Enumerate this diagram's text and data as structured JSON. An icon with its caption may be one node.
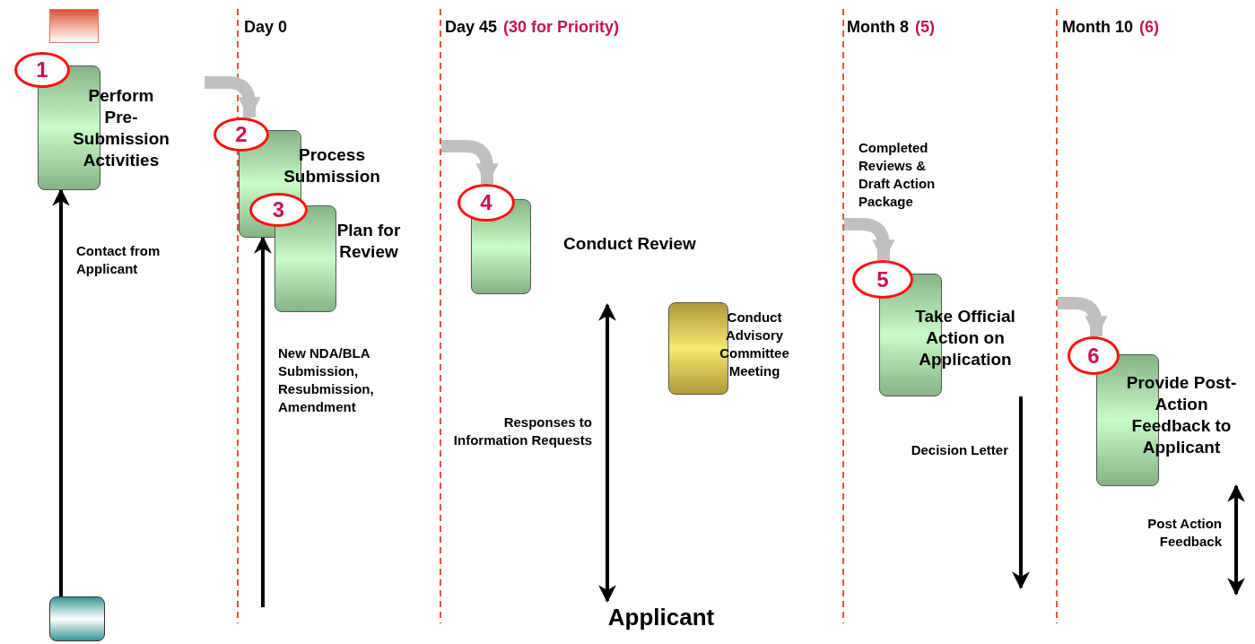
{
  "diagram": {
    "nodes": [
      {
        "text": [],
        "shape": "box"
      },
      {
        "text": [
          "1"
        ]
      },
      {
        "text": [
          "Perform Pre-Submission Activities"
        ]
      },
      {
        "text": [
          "2"
        ]
      },
      {
        "text": [
          "Process Submission"
        ]
      },
      {
        "text": [
          "3"
        ]
      },
      {
        "text": [
          "Plan for Review"
        ]
      },
      {
        "text": [
          "4"
        ]
      },
      {
        "text": [
          "Conduct Review"
        ]
      },
      {
        "text": [
          "Conduct Advisory Committee Meeting"
        ]
      },
      {
        "text": [
          "5"
        ]
      },
      {
        "text": [
          "Take Official Action on Application"
        ]
      },
      {
        "text": [
          "6"
        ]
      },
      {
        "text": [
          "Provide Post-Action Feedback to Applicant"
        ]
      },
      {
        "text": [],
        "shape": "box"
      },
      {
        "text": [
          "Applicant"
        ]
      }
    ],
    "edges": [
      {
        "from": 14,
        "to": 2,
        "arrow": "to",
        "label": "Contact from Applicant"
      },
      {
        "from": null,
        "to": 4,
        "arrow": "to",
        "label": "New NDA/BLA Submission, Resubmission, Amendment"
      },
      {
        "from": null,
        "to": 3,
        "arrow": "to",
        "style": "thick",
        "color": "#c0c0c0"
      },
      {
        "from": null,
        "to": 7,
        "arrow": "to",
        "style": "thick",
        "color": "#c0c0c0"
      },
      {
        "from": null,
        "to": 10,
        "arrow": "to",
        "style": "thick",
        "color": "#c0c0c0"
      },
      {
        "from": null,
        "to": 12,
        "arrow": "to",
        "style": "thick",
        "color": "#c0c0c0"
      },
      {
        "from": null,
        "to": 15,
        "arrow": "both",
        "label": "Responses to Information Requests"
      },
      {
        "from": 11,
        "to": null,
        "arrow": "to",
        "label": "Decision Letter"
      },
      {
        "from": 13,
        "to": null,
        "arrow": "both",
        "label": "Post Action Feedback"
      }
    ],
    "labels": [
      "Day 0",
      "Day 45",
      "(30 for Priority)",
      "Month 8",
      "(5)",
      "Month 10",
      "(6)",
      "Completed Reviews & Draft Action Package"
    ]
  }
}
